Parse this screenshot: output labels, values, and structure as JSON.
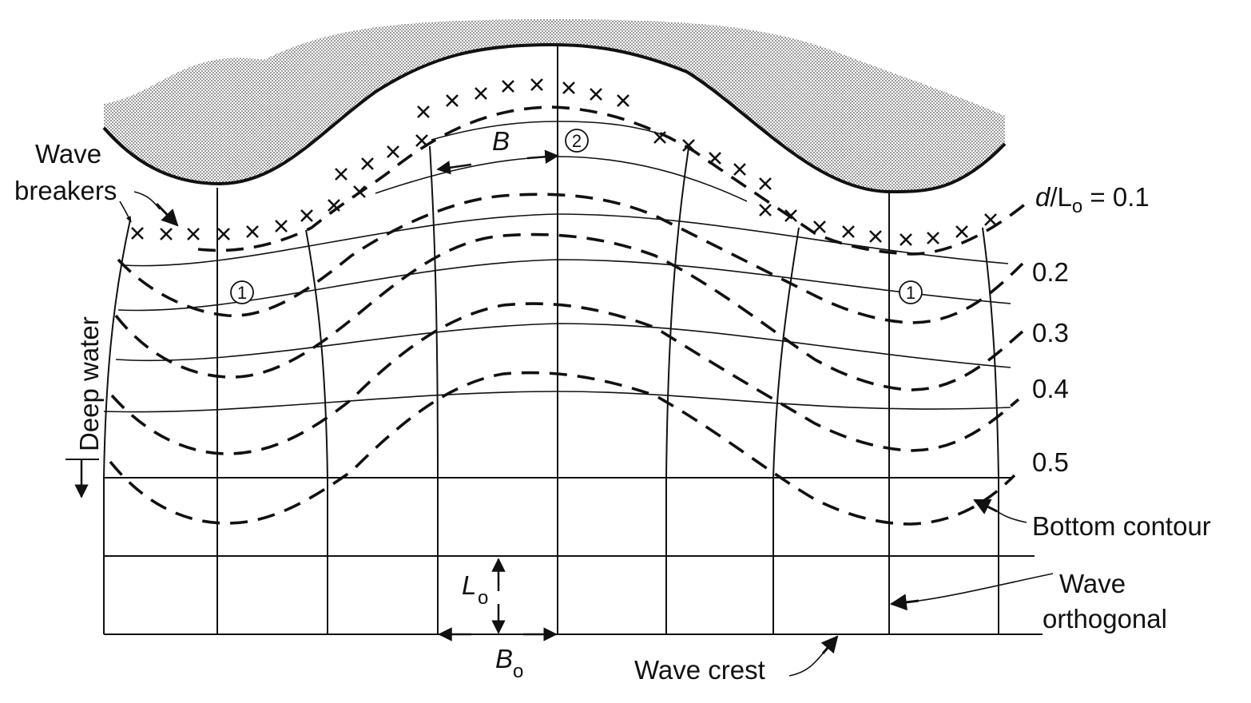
{
  "labels": {
    "wave_breakers_line1": "Wave",
    "wave_breakers_line2": "breakers",
    "deep_water": "Deep water",
    "ratio_prefix_d": "d",
    "ratio_slash_L": "/L",
    "ratio_sub_o": "o",
    "ratio_eq": " = 0.1",
    "contour_02": "0.2",
    "contour_03": "0.3",
    "contour_04": "0.4",
    "contour_05": "0.5",
    "bottom_contour": "Bottom contour",
    "wave_orthogonal_line1": "Wave",
    "wave_orthogonal_line2": "orthogonal",
    "wave_crest": "Wave crest",
    "B": "B",
    "Bo_main": "B",
    "Bo_sub": "o",
    "Lo_main": "L",
    "Lo_sub": "o",
    "marker_1": "1",
    "marker_2": "2"
  },
  "contour_depths_d_over_Lo": [
    0.1,
    0.2,
    0.3,
    0.4,
    0.5
  ],
  "colors": {
    "ink": "#111111",
    "land_fill": "#d6d6d6",
    "background": "#ffffff"
  }
}
